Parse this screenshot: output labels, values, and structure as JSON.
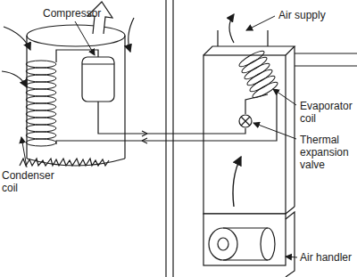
{
  "diagram": {
    "labels": [
      "Compressor",
      "Condenser coil",
      "Air supply",
      "Evaporator coil",
      "Thermal expansion valve",
      "Air handler"
    ]
  }
}
